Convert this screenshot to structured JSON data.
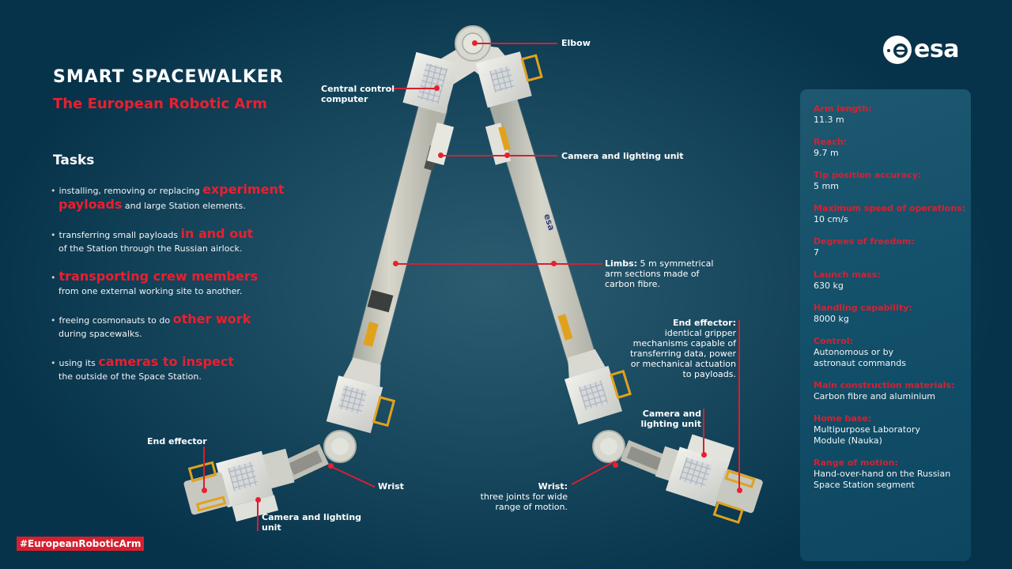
{
  "header": {
    "title": "SMART SPACEWALKER",
    "subtitle": "The European Robotic Arm"
  },
  "logo": {
    "icon": "esa-logo-icon",
    "text": "esa"
  },
  "tasks": {
    "heading": "Tasks",
    "items": [
      {
        "pre": "installing, removing or replacing ",
        "highlight": "experiment",
        "highlight2": "payloads",
        "post": " and large Station elements."
      },
      {
        "pre": "transferring small payloads ",
        "highlight": "in and out",
        "post": "of the Station through the Russian airlock."
      },
      {
        "pre": "",
        "highlight": "transporting crew members",
        "post": "from one external working site to another."
      },
      {
        "pre": "freeing cosmonauts to do ",
        "highlight": "other work",
        "post": "during spacewalks."
      },
      {
        "pre": "using its ",
        "highlight": "cameras to inspect",
        "post": "the outside of the Space Station."
      }
    ]
  },
  "callouts": {
    "elbow": "Elbow",
    "central_control_1": "Central control",
    "central_control_2": "computer",
    "camera_upper": "Camera and lighting unit",
    "limbs_title": "Limbs:",
    "limbs_1": " 5 m symmetrical",
    "limbs_2": "arm sections made of",
    "limbs_3": "carbon fibre.",
    "end_effector_right_title": "End effector:",
    "end_effector_right_1": "identical gripper",
    "end_effector_right_2": "mechanisms capable of",
    "end_effector_right_3": "transferring data, power",
    "end_effector_right_4": "or mechanical actuation",
    "end_effector_right_5": "to payloads.",
    "camera_right_1": "Camera and",
    "camera_right_2": "lighting unit",
    "wrist_right_title": "Wrist:",
    "wrist_right_1": "three joints for wide",
    "wrist_right_2": "range of motion.",
    "end_effector_left": "End effector",
    "wrist_left": "Wrist",
    "camera_left_1": "Camera and lighting",
    "camera_left_2": "unit"
  },
  "specs": [
    {
      "label": "Arm length:",
      "value": "11.3 m"
    },
    {
      "label": "Reach:",
      "value": "9.7 m"
    },
    {
      "label": "Tip position accuracy:",
      "value": "5 mm"
    },
    {
      "label": "Maximum speed of operations:",
      "value": "10 cm/s"
    },
    {
      "label": "Degrees of freedom:",
      "value": "7"
    },
    {
      "label": "Launch mass:",
      "value": "630 kg"
    },
    {
      "label": "Handling capability:",
      "value": "8000 kg"
    },
    {
      "label": "Control:",
      "value": "Autonomous or by",
      "value2": "astronaut commands"
    },
    {
      "label": "Main construction materials:",
      "value": "Carbon fibre and aluminium"
    },
    {
      "label": "Home base:",
      "value": "Multipurpose Laboratory",
      "value2": "Module (Nauka)"
    },
    {
      "label": "Range of motion:",
      "value": "Hand-over-hand on the Russian",
      "value2": "Space Station segment"
    }
  ],
  "hashtag": "#EuropeanRoboticArm",
  "colors": {
    "accent_red": "#e8202f",
    "background_dark": "#07334a",
    "background_center": "#2c5c70",
    "panel": "#13506a",
    "handle_yellow": "#e0a21e"
  }
}
